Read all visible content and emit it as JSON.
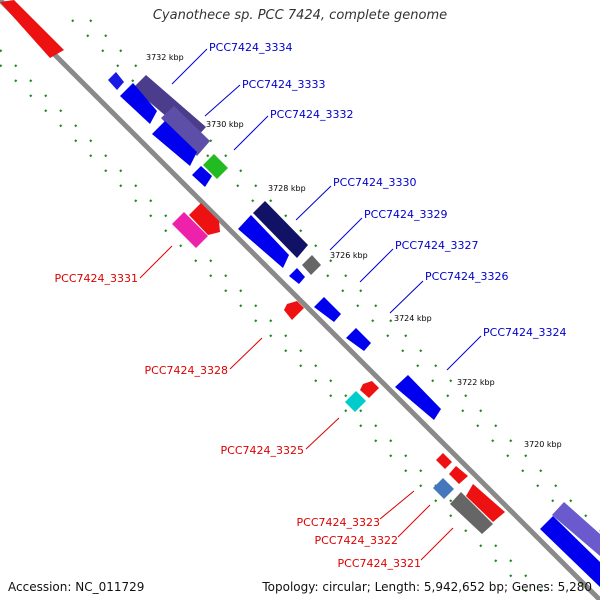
{
  "title": "Cyanothece sp. PCC 7424, complete genome",
  "footer": {
    "accession": "Accession: NC_011729",
    "topology": "Topology: circular; Length: 5,942,652 bp; Genes: 5,280"
  },
  "colors": {
    "backbone": "#8a8a8a",
    "plus_label": "#0000cc",
    "minus_label": "#dd0000",
    "tick": "#228822"
  },
  "ticks": [
    "3732 kbp",
    "3730 kbp",
    "3728 kbp",
    "3726 kbp",
    "3724 kbp",
    "3722 kbp",
    "3720 kbp"
  ],
  "genes_plus": [
    {
      "label": "PCC7424_3334"
    },
    {
      "label": "PCC7424_3333"
    },
    {
      "label": "PCC7424_3332"
    },
    {
      "label": "PCC7424_3330"
    },
    {
      "label": "PCC7424_3329"
    },
    {
      "label": "PCC7424_3327"
    },
    {
      "label": "PCC7424_3326"
    },
    {
      "label": "PCC7424_3324"
    }
  ],
  "genes_minus": [
    {
      "label": "PCC7424_3331"
    },
    {
      "label": "PCC7424_3328"
    },
    {
      "label": "PCC7424_3325"
    },
    {
      "label": "PCC7424_3323"
    },
    {
      "label": "PCC7424_3322"
    },
    {
      "label": "PCC7424_3321"
    }
  ]
}
